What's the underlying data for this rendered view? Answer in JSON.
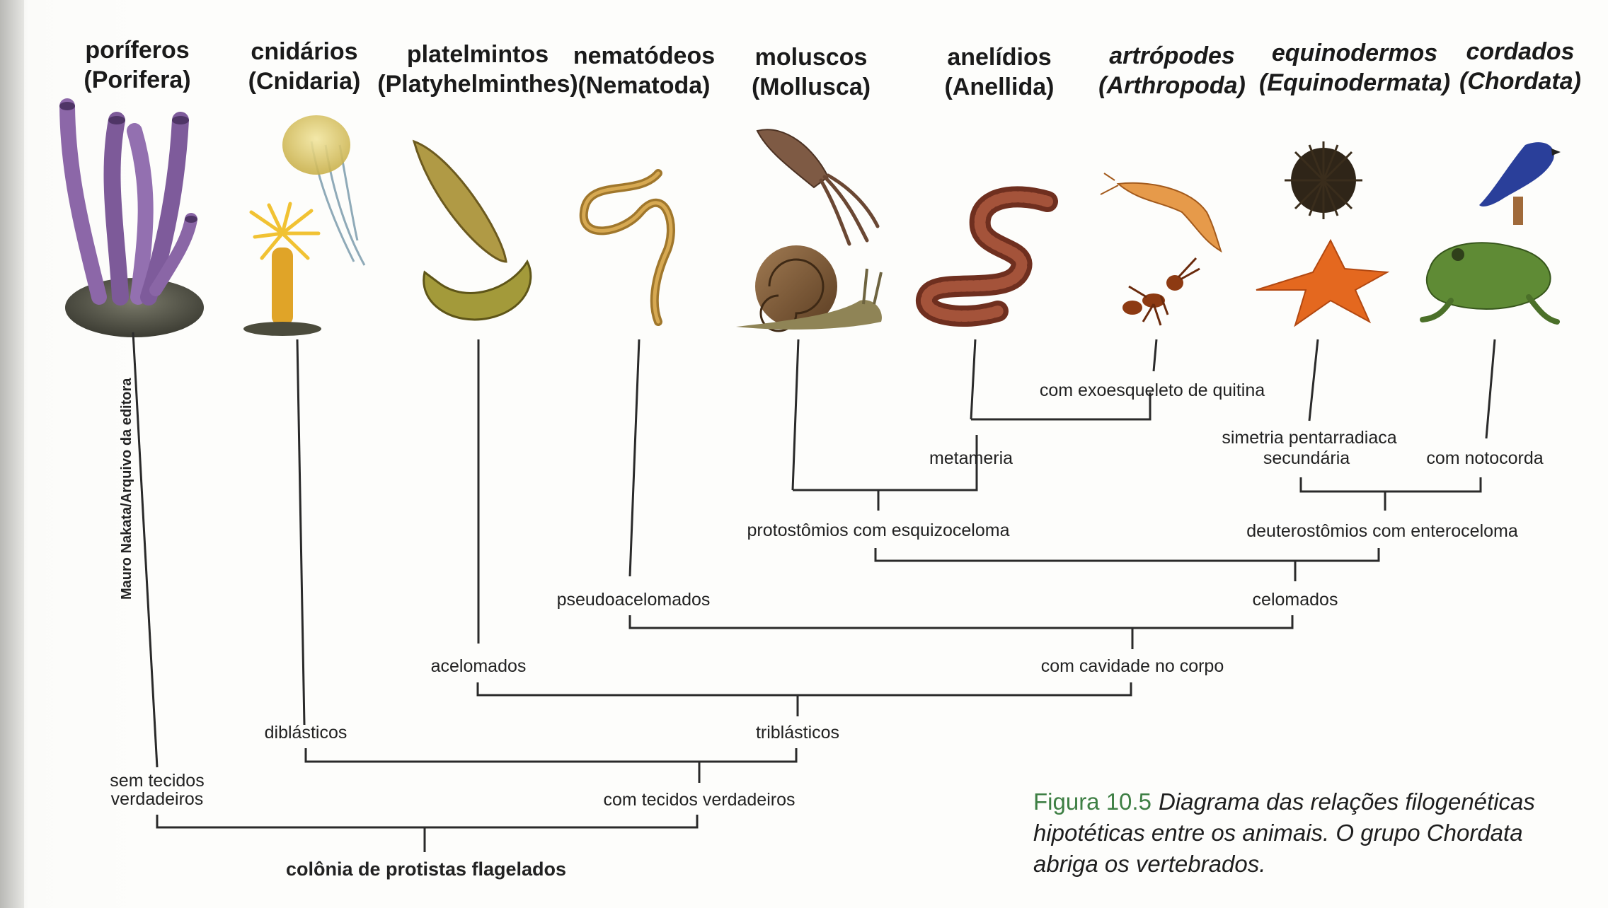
{
  "taxa": [
    {
      "pt": "poríferos",
      "sci": "(Porifera)"
    },
    {
      "pt": "cnidários",
      "sci": "(Cnidaria)"
    },
    {
      "pt": "platelmintos",
      "sci": "(Platyhelminthes)"
    },
    {
      "pt": "nematódeos",
      "sci": "(Nematoda)"
    },
    {
      "pt": "moluscos",
      "sci": "(Mollusca)"
    },
    {
      "pt": "anelídios",
      "sci": "(Anellida)"
    },
    {
      "pt": "artrópodes",
      "sci": "(Arthropoda)"
    },
    {
      "pt": "equinodermos",
      "sci": "(Equinodermata)"
    },
    {
      "pt": "cordados",
      "sci": "(Chordata)"
    }
  ],
  "nodes": {
    "root": "colônia de protistas flagelados",
    "sem_tecidos_1": "sem tecidos",
    "sem_tecidos_2": "verdadeiros",
    "com_tecidos": "com tecidos verdadeiros",
    "diblasticos": "diblásticos",
    "triblasticos": "triblásticos",
    "acelomados": "acelomados",
    "com_cavidade": "com cavidade no corpo",
    "pseudoacelomados": "pseudoacelomados",
    "celomados": "celomados",
    "protostomios": "protostômios com esquizoceloma",
    "deuterostomios": "deuterostômios com enteroceloma",
    "metameria": "metameria",
    "exoesqueleto": "com exoesqueleto de quitina",
    "simetria_1": "simetria pentarradiaca",
    "simetria_2": "secundária",
    "notocorda": "com notocorda"
  },
  "credit": "Mauro Nakata/Arquivo da editora",
  "caption": {
    "figure_number": "Figura 10.5",
    "text": "Diagrama das relações filogenéticas hipotéticas entre os animais. O grupo Chordata abriga os vertebrados."
  },
  "colors": {
    "line": "#2a2a2a",
    "caption_accent": "#3e7f44"
  }
}
